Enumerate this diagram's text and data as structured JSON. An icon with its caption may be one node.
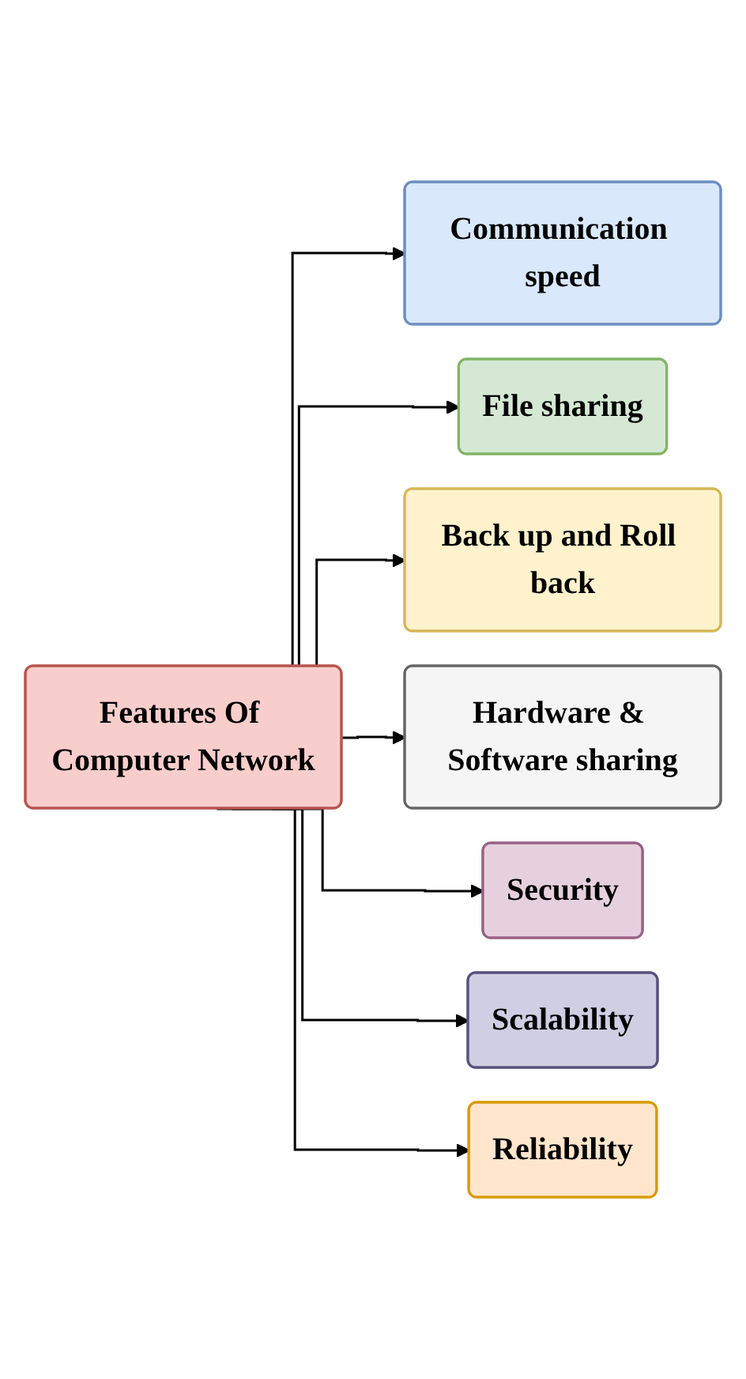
{
  "diagram": {
    "nodes": [
      {
        "text": [
          "Features Of Computer Network"
        ]
      },
      {
        "text": [
          "Communication speed"
        ]
      },
      {
        "text": [
          "File sharing"
        ]
      },
      {
        "text": [
          "Back up and Roll back"
        ]
      },
      {
        "text": [
          "Hardware & Software sharing"
        ]
      },
      {
        "text": [
          "Security"
        ]
      },
      {
        "text": [
          "Scalability"
        ]
      },
      {
        "text": [
          "Reliability"
        ]
      }
    ],
    "edges": [
      {
        "from": 0,
        "to": 1,
        "arrow": "to"
      },
      {
        "from": 0,
        "to": 2,
        "arrow": "to"
      },
      {
        "from": 0,
        "to": 3,
        "arrow": "to"
      },
      {
        "from": 0,
        "to": 4,
        "arrow": "to"
      },
      {
        "from": 0,
        "to": 5,
        "arrow": "to"
      },
      {
        "from": 0,
        "to": 6,
        "arrow": "to"
      },
      {
        "from": 0,
        "to": 7,
        "arrow": "to"
      }
    ]
  }
}
